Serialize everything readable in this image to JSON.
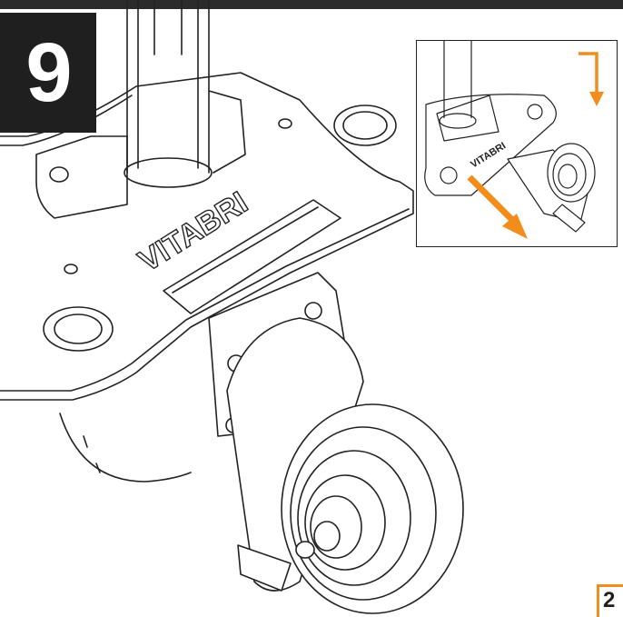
{
  "step": {
    "number": "9"
  },
  "plate": {
    "brand": "VITABRI"
  },
  "inset": {
    "brand": "VITABRI"
  },
  "page": {
    "number": "2"
  },
  "colors": {
    "accent": "#f28c1a",
    "ink": "#1f1f1f",
    "rule": "#2b2b2b"
  },
  "icons": [
    "arrow-down-icon",
    "arrow-diagonal-icon"
  ]
}
